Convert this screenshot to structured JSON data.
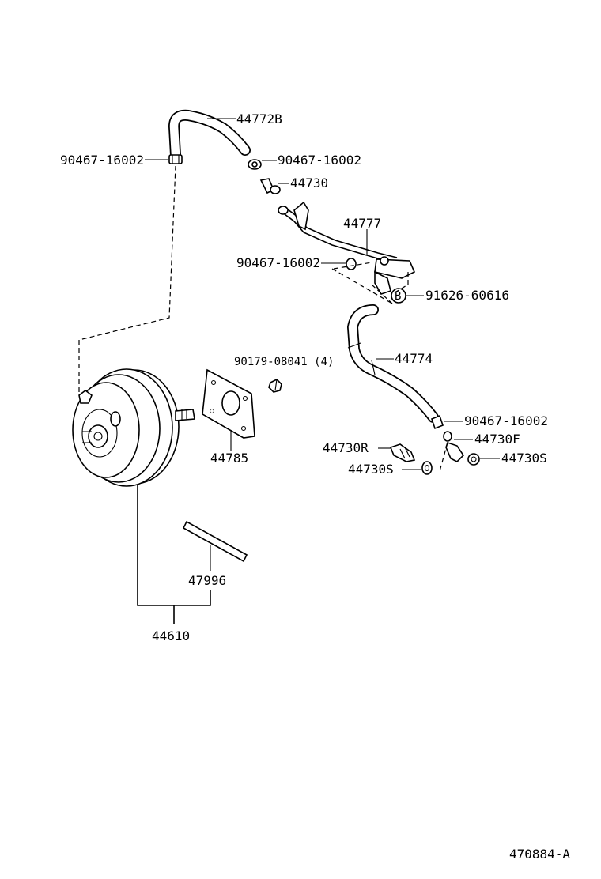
{
  "diagram": {
    "labels": {
      "hose_upper": "44772B",
      "clip_left_top": "90467-16002",
      "clip_right_top": "90467-16002",
      "check_valve": "44730",
      "vacuum_pipe": "44777",
      "clip_mid": "90467-16002",
      "bolt_b": "91626-60616",
      "hose_lower": "44774",
      "nut": "90179-08041 (4)",
      "gasket": "44785",
      "clip_lower": "90467-16002",
      "union_f": "44730F",
      "union_r": "44730R",
      "washer_left": "44730S",
      "washer_right": "44730S",
      "plate": "47996",
      "booster_assy": "44610",
      "bolt_marker": "B",
      "drawing_number": "470884-A"
    }
  }
}
